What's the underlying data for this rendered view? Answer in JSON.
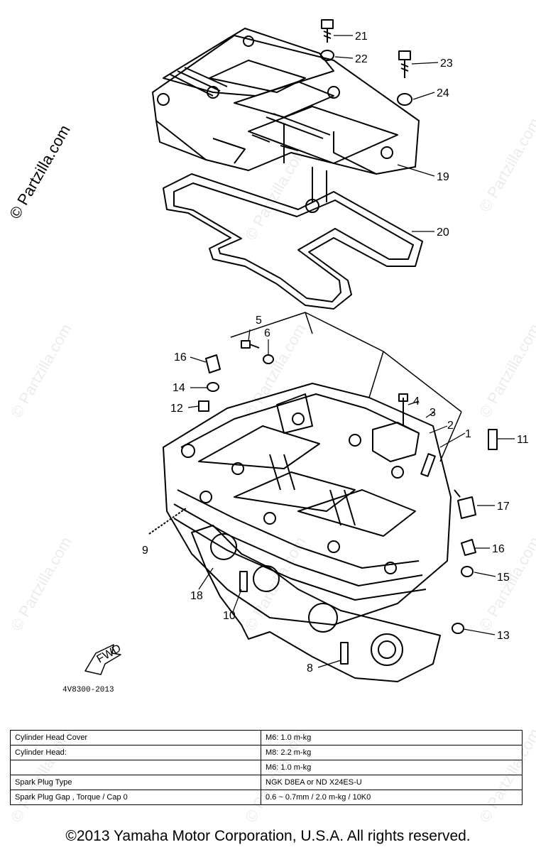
{
  "watermark": "© Partzilla.com",
  "diagram_code": "4V8300-2013",
  "fwd_label": "FWD",
  "callouts": [
    "21",
    "22",
    "23",
    "24",
    "19",
    "20",
    "5",
    "6",
    "16",
    "14",
    "12",
    "4",
    "3",
    "2",
    "1",
    "11",
    "17",
    "9",
    "16",
    "15",
    "18",
    "10",
    "13",
    "8"
  ],
  "spec_table": {
    "rows": [
      {
        "label": "Cylinder Head Cover",
        "value": "M6: 1.0 m-kg"
      },
      {
        "label": "Cylinder Head:",
        "value": "M8: 2.2 m-kg"
      },
      {
        "label": "",
        "value": "M6: 1.0 m-kg"
      },
      {
        "label": "Spark Plug Type",
        "value": "NGK D8EA or ND X24ES-U"
      },
      {
        "label": "Spark Plug Gap , Torque / Cap 0",
        "value": "0.6 ~ 0.7mm / 2.0 m-kg / 10K0"
      }
    ]
  },
  "copyright": "©2013 Yamaha Motor Corporation, U.S.A. All rights reserved."
}
